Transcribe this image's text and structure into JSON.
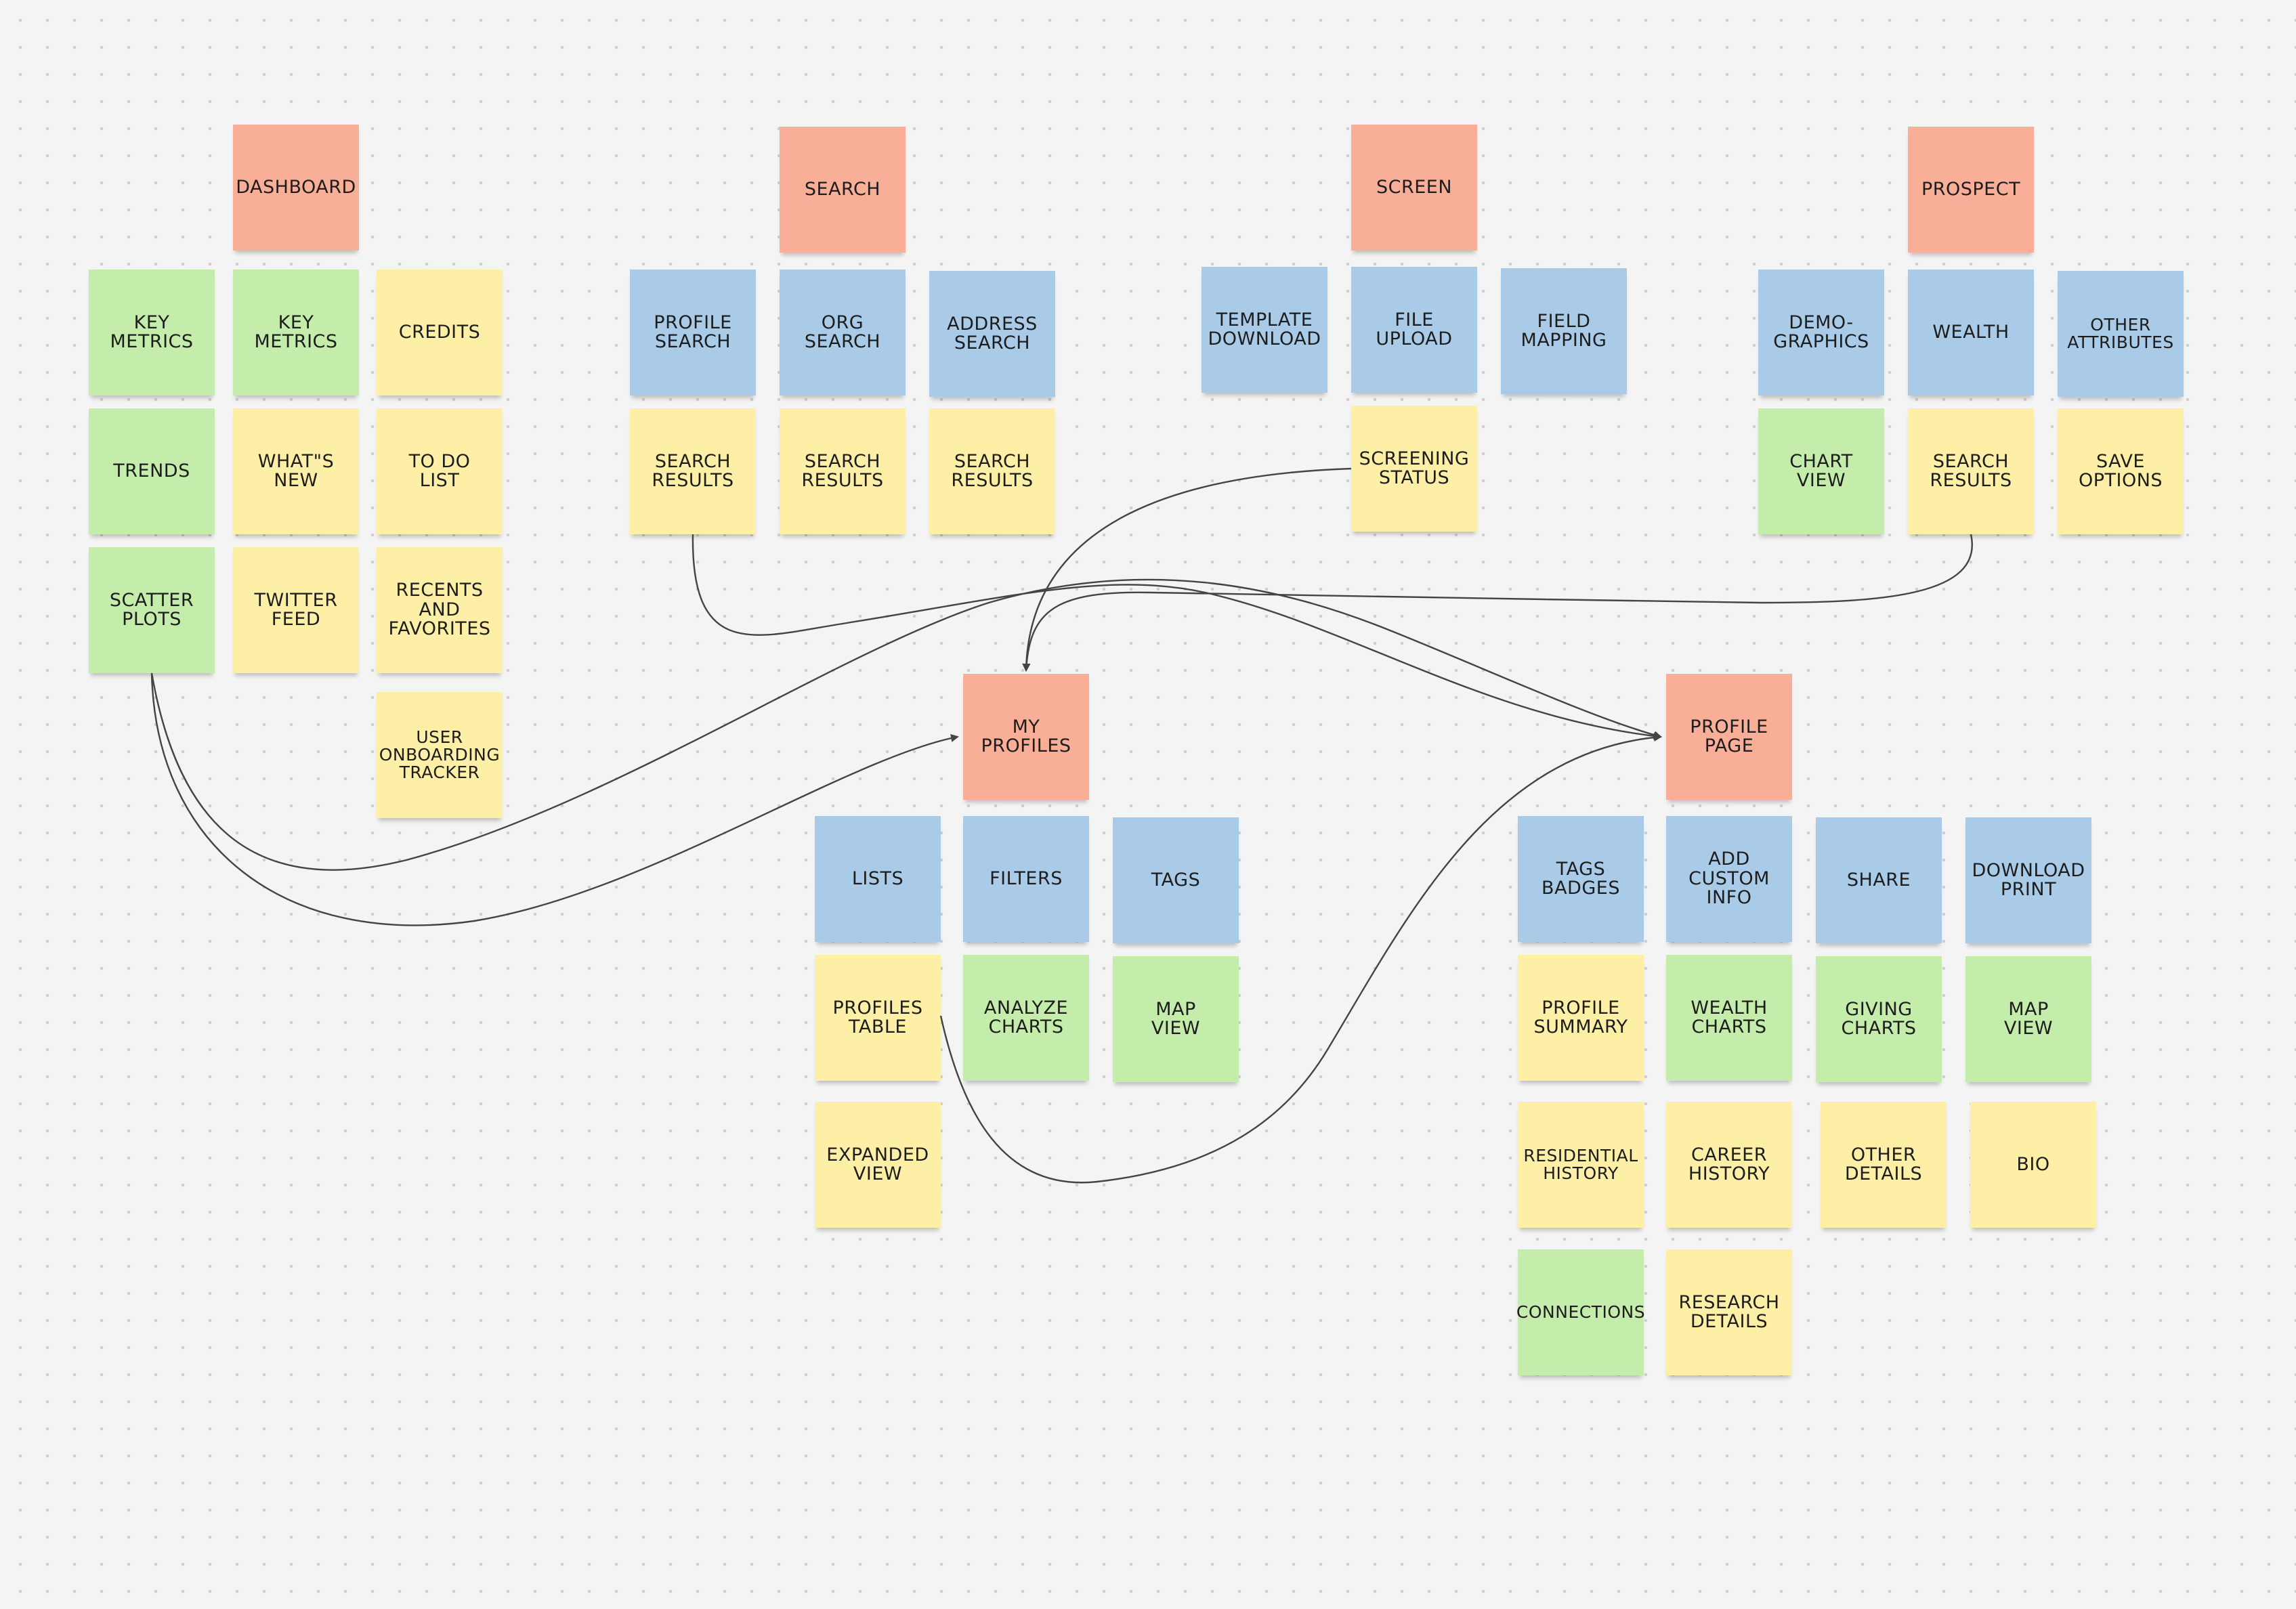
{
  "colors": {
    "header": "#f9ae98",
    "blue": "#a9cbe8",
    "green": "#c4ecaa",
    "yellow": "#fdf0a6",
    "connector": "#444444"
  },
  "notes": [
    {
      "id": "dashboard",
      "label": "DASHBOARD",
      "color": "header"
    },
    {
      "id": "d-key-metrics-1",
      "label": "KEY\nMETRICS",
      "color": "green"
    },
    {
      "id": "d-key-metrics-2",
      "label": "KEY\nMETRICS",
      "color": "green"
    },
    {
      "id": "d-credits",
      "label": "CREDITS",
      "color": "yellow"
    },
    {
      "id": "d-trends",
      "label": "TRENDS",
      "color": "green"
    },
    {
      "id": "d-whats-new",
      "label": "WHAT\"S\nNEW",
      "color": "yellow"
    },
    {
      "id": "d-to-do-list",
      "label": "TO DO\nLIST",
      "color": "yellow"
    },
    {
      "id": "d-scatter-plots",
      "label": "SCATTER\nPLOTS",
      "color": "green"
    },
    {
      "id": "d-twitter-feed",
      "label": "TWITTER\nFEED",
      "color": "yellow"
    },
    {
      "id": "d-recents-favorites",
      "label": "RECENTS\nAND\nFAVORITES",
      "color": "yellow"
    },
    {
      "id": "d-user-onboarding",
      "label": "USER\nONBOARDING\nTRACKER",
      "color": "yellow"
    },
    {
      "id": "search",
      "label": "SEARCH",
      "color": "header"
    },
    {
      "id": "s-profile-search",
      "label": "PROFILE\nSEARCH",
      "color": "blue"
    },
    {
      "id": "s-org-search",
      "label": "ORG\nSEARCH",
      "color": "blue"
    },
    {
      "id": "s-address-search",
      "label": "ADDRESS\nSEARCH",
      "color": "blue"
    },
    {
      "id": "s-results-1",
      "label": "SEARCH\nRESULTS",
      "color": "yellow"
    },
    {
      "id": "s-results-2",
      "label": "SEARCH\nRESULTS",
      "color": "yellow"
    },
    {
      "id": "s-results-3",
      "label": "SEARCH\nRESULTS",
      "color": "yellow"
    },
    {
      "id": "screen",
      "label": "SCREEN",
      "color": "header"
    },
    {
      "id": "sc-template-download",
      "label": "TEMPLATE\nDOWNLOAD",
      "color": "blue"
    },
    {
      "id": "sc-file-upload",
      "label": "FILE\nUPLOAD",
      "color": "blue"
    },
    {
      "id": "sc-field-mapping",
      "label": "FIELD\nMAPPING",
      "color": "blue"
    },
    {
      "id": "sc-screening-status",
      "label": "SCREENING\nSTATUS",
      "color": "yellow"
    },
    {
      "id": "prospect",
      "label": "PROSPECT",
      "color": "header"
    },
    {
      "id": "p-demographics",
      "label": "DEMO-\nGRAPHICS",
      "color": "blue"
    },
    {
      "id": "p-wealth",
      "label": "WEALTH",
      "color": "blue"
    },
    {
      "id": "p-other-attributes",
      "label": "OTHER\nATTRIBUTES",
      "color": "blue"
    },
    {
      "id": "p-chart-view",
      "label": "CHART\nVIEW",
      "color": "green"
    },
    {
      "id": "p-search-results",
      "label": "SEARCH\nRESULTS",
      "color": "yellow"
    },
    {
      "id": "p-save-options",
      "label": "SAVE\nOPTIONS",
      "color": "yellow"
    },
    {
      "id": "my-profiles",
      "label": "MY\nPROFILES",
      "color": "header"
    },
    {
      "id": "m-lists",
      "label": "LISTS",
      "color": "blue"
    },
    {
      "id": "m-filters",
      "label": "FILTERS",
      "color": "blue"
    },
    {
      "id": "m-tags",
      "label": "TAGS",
      "color": "blue"
    },
    {
      "id": "m-profiles-table",
      "label": "PROFILES\nTABLE",
      "color": "yellow"
    },
    {
      "id": "m-analyze-charts",
      "label": "ANALYZE\nCHARTS",
      "color": "green"
    },
    {
      "id": "m-map-view",
      "label": "MAP\nVIEW",
      "color": "green"
    },
    {
      "id": "m-expanded-view",
      "label": "EXPANDED\nVIEW",
      "color": "yellow"
    },
    {
      "id": "profile-page",
      "label": "PROFILE\nPAGE",
      "color": "header"
    },
    {
      "id": "pp-tags-badges",
      "label": "TAGS\nBADGES",
      "color": "blue"
    },
    {
      "id": "pp-add-custom-info",
      "label": "ADD\nCUSTOM\nINFO",
      "color": "blue"
    },
    {
      "id": "pp-share",
      "label": "SHARE",
      "color": "blue"
    },
    {
      "id": "pp-download-print",
      "label": "DOWNLOAD\nPRINT",
      "color": "blue"
    },
    {
      "id": "pp-profile-summary",
      "label": "PROFILE\nSUMMARY",
      "color": "yellow"
    },
    {
      "id": "pp-wealth-charts",
      "label": "WEALTH\nCHARTS",
      "color": "green"
    },
    {
      "id": "pp-giving-charts",
      "label": "GIVING\nCHARTS",
      "color": "green"
    },
    {
      "id": "pp-map-view",
      "label": "MAP\nVIEW",
      "color": "green"
    },
    {
      "id": "pp-residential-history",
      "label": "RESIDENTIAL\nHISTORY",
      "color": "yellow"
    },
    {
      "id": "pp-career-history",
      "label": "CAREER\nHISTORY",
      "color": "yellow"
    },
    {
      "id": "pp-other-details",
      "label": "OTHER\nDETAILS",
      "color": "yellow"
    },
    {
      "id": "pp-bio",
      "label": "BIO",
      "color": "yellow"
    },
    {
      "id": "pp-connections",
      "label": "CONNECTIONS",
      "color": "green"
    },
    {
      "id": "pp-research-details",
      "label": "RESEARCH\nDETAILS",
      "color": "yellow"
    }
  ],
  "connectors": [
    {
      "from": "s-results-1",
      "to": "profile-page"
    },
    {
      "from": "sc-screening-status",
      "to": "my-profiles"
    },
    {
      "from": "p-search-results",
      "to": "my-profiles"
    },
    {
      "from": "d-scatter-plots",
      "to": "profile-page"
    },
    {
      "from": "d-scatter-plots",
      "to": "my-profiles"
    },
    {
      "from": "m-profiles-table",
      "to": "profile-page"
    }
  ]
}
